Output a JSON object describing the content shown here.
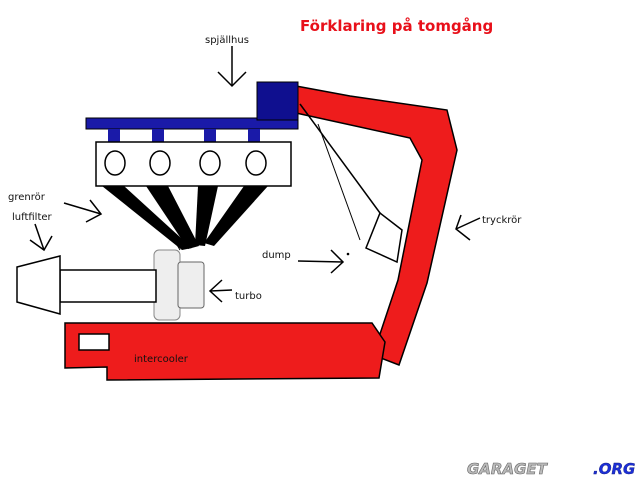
{
  "title": "Förklaring på tomgång",
  "labels": {
    "spjallhus": "spjällhus",
    "grenror": "grenrör",
    "luftfilter": "luftfilter",
    "dump": "dump",
    "turbo": "turbo",
    "tryckror": "tryckrör",
    "intercooler": "intercooler"
  },
  "watermark": {
    "main": "GARAGET",
    "suffix": ".ORG"
  },
  "colors": {
    "pipe_red": "#ee1c1c",
    "manifold_blue": "#1a1aa8",
    "throttle_blue": "#0f0f8f",
    "title_red": "#e8101a",
    "outline": "#000000",
    "turbo_gray": "#eeeeee",
    "watermark_gray": "#bbbbbb",
    "watermark_blue": "#1c2fd6"
  }
}
